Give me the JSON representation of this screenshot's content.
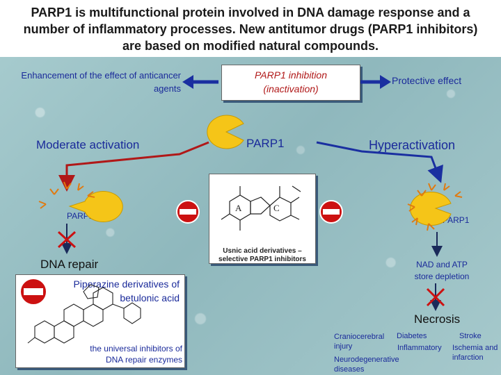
{
  "title": "PARP1 is multifunctional protein involved in DNA damage response and a number of inflammatory processes. New antitumor drugs (PARP1 inhibitors) are based on modified natural compounds.",
  "top_row": {
    "left": "Enhancement of the effect  of anticancer  agents",
    "center": "PARP1 inhibition (inactivation)",
    "right": "Protective effect"
  },
  "middle_row": {
    "left": "Moderate activation",
    "center": "PARP1",
    "right": "Hyperactivation"
  },
  "left_branch": {
    "enzyme_label": "PARP1",
    "outcome": "DNA repair"
  },
  "right_branch": {
    "enzyme_label": "PARP1",
    "step": "NAD and ATP store depletion",
    "outcome": "Necrosis"
  },
  "usnic_box": {
    "caption": "Usnic acid derivatives – selective PARP1 inhibitors",
    "ring_labels": [
      "A",
      "C"
    ]
  },
  "piperazine_box": {
    "title": "Piperazine derivatives of betulonic acid",
    "caption": "the universal inhibitors of DNA repair enzymes"
  },
  "diseases": {
    "craniocerebral": "Craniocerebral injury",
    "diabetes": "Diabetes",
    "inflammatory": "Inflammatory",
    "stroke": "Stroke",
    "ischemia": "Ischemia and infarction",
    "neuro": "Neurodegenerative diseases"
  },
  "colors": {
    "arrow_blue": "#1a2fa0",
    "arrow_red": "#b01818",
    "pacman": "#f5c518",
    "inhibit_red": "#cc1111"
  },
  "icons": [
    "double-arrow-icon",
    "pacman-enzyme-icon",
    "no-entry-icon",
    "x-mark-icon"
  ]
}
